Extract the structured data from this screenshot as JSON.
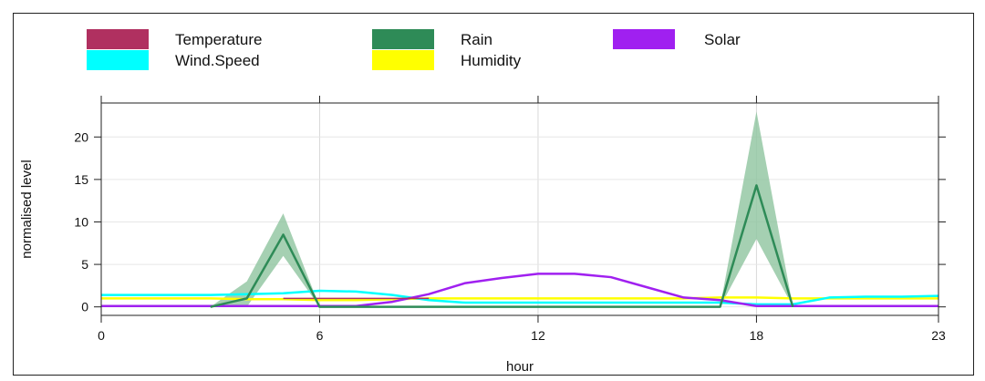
{
  "chart_data": {
    "type": "line",
    "xlabel": "hour",
    "ylabel": "normalised level",
    "xlim": [
      0,
      23
    ],
    "ylim": [
      -1,
      24
    ],
    "x_ticks": [
      0,
      6,
      12,
      18,
      23
    ],
    "y_ticks": [
      0,
      5,
      10,
      15,
      20
    ],
    "grid": true,
    "legend_position": "top",
    "series": [
      {
        "name": "Temperature",
        "color": "#b03060",
        "x": [
          5,
          6,
          7,
          8,
          9
        ],
        "y": [
          1.0,
          1.0,
          1.0,
          1.0,
          1.0
        ]
      },
      {
        "name": "Rain",
        "color": "#2e8b57",
        "band_color": "#8fc49f",
        "x": [
          3,
          4,
          5,
          6,
          7,
          8,
          9,
          10,
          11,
          12,
          13,
          14,
          15,
          16,
          17,
          18,
          19
        ],
        "y": [
          0.0,
          1.0,
          8.5,
          0.0,
          0.0,
          0.0,
          0.0,
          0.0,
          0.0,
          0.0,
          0.0,
          0.0,
          0.0,
          0.0,
          0.0,
          14.3,
          0.0
        ],
        "lower": [
          0.0,
          0.0,
          6.0,
          0.0,
          0.0,
          0.0,
          0.0,
          0.0,
          0.0,
          0.0,
          0.0,
          0.0,
          0.0,
          0.0,
          0.0,
          8.0,
          0.0
        ],
        "upper": [
          0.0,
          3.0,
          11.0,
          0.0,
          0.0,
          0.0,
          0.0,
          0.0,
          0.0,
          0.0,
          0.0,
          0.0,
          0.0,
          0.0,
          0.0,
          23.0,
          0.0
        ]
      },
      {
        "name": "Solar",
        "color": "#a020f0",
        "x": [
          0,
          1,
          2,
          3,
          4,
          5,
          6,
          7,
          8,
          9,
          10,
          11,
          12,
          13,
          14,
          15,
          16,
          17,
          18,
          19,
          20,
          21,
          22,
          23
        ],
        "y": [
          0.1,
          0.1,
          0.1,
          0.1,
          0.1,
          0.1,
          0.1,
          0.1,
          0.6,
          1.5,
          2.8,
          3.4,
          3.9,
          3.9,
          3.5,
          2.3,
          1.1,
          0.8,
          0.1,
          0.1,
          0.1,
          0.1,
          0.1,
          0.1
        ]
      },
      {
        "name": "Wind.Speed",
        "color": "#00ffff",
        "x": [
          0,
          1,
          2,
          3,
          4,
          5,
          6,
          7,
          8,
          9,
          10,
          11,
          12,
          13,
          14,
          15,
          16,
          17,
          18,
          19,
          20,
          21,
          22,
          23
        ],
        "y": [
          1.4,
          1.4,
          1.4,
          1.4,
          1.5,
          1.6,
          1.9,
          1.8,
          1.4,
          0.8,
          0.5,
          0.5,
          0.5,
          0.5,
          0.5,
          0.5,
          0.5,
          0.5,
          0.3,
          0.3,
          1.1,
          1.2,
          1.2,
          1.3
        ]
      },
      {
        "name": "Humidity",
        "color": "#ffff00",
        "x": [
          0,
          1,
          2,
          3,
          4,
          5,
          6,
          7,
          8,
          9,
          10,
          11,
          12,
          13,
          14,
          15,
          16,
          17,
          18,
          19,
          20,
          21,
          22,
          23
        ],
        "y": [
          1.0,
          1.0,
          1.0,
          1.0,
          0.9,
          0.9,
          0.8,
          0.8,
          0.9,
          1.0,
          1.0,
          1.0,
          1.0,
          1.0,
          1.0,
          1.0,
          1.0,
          1.1,
          1.1,
          1.0,
          1.0,
          1.0,
          1.0,
          1.0
        ]
      }
    ],
    "legend": [
      {
        "name": "Temperature",
        "color": "#b03060"
      },
      {
        "name": "Wind.Speed",
        "color": "#00ffff"
      },
      {
        "name": "Rain",
        "color": "#2e8b57"
      },
      {
        "name": "Humidity",
        "color": "#ffff00"
      },
      {
        "name": "Solar",
        "color": "#a020f0"
      }
    ]
  }
}
